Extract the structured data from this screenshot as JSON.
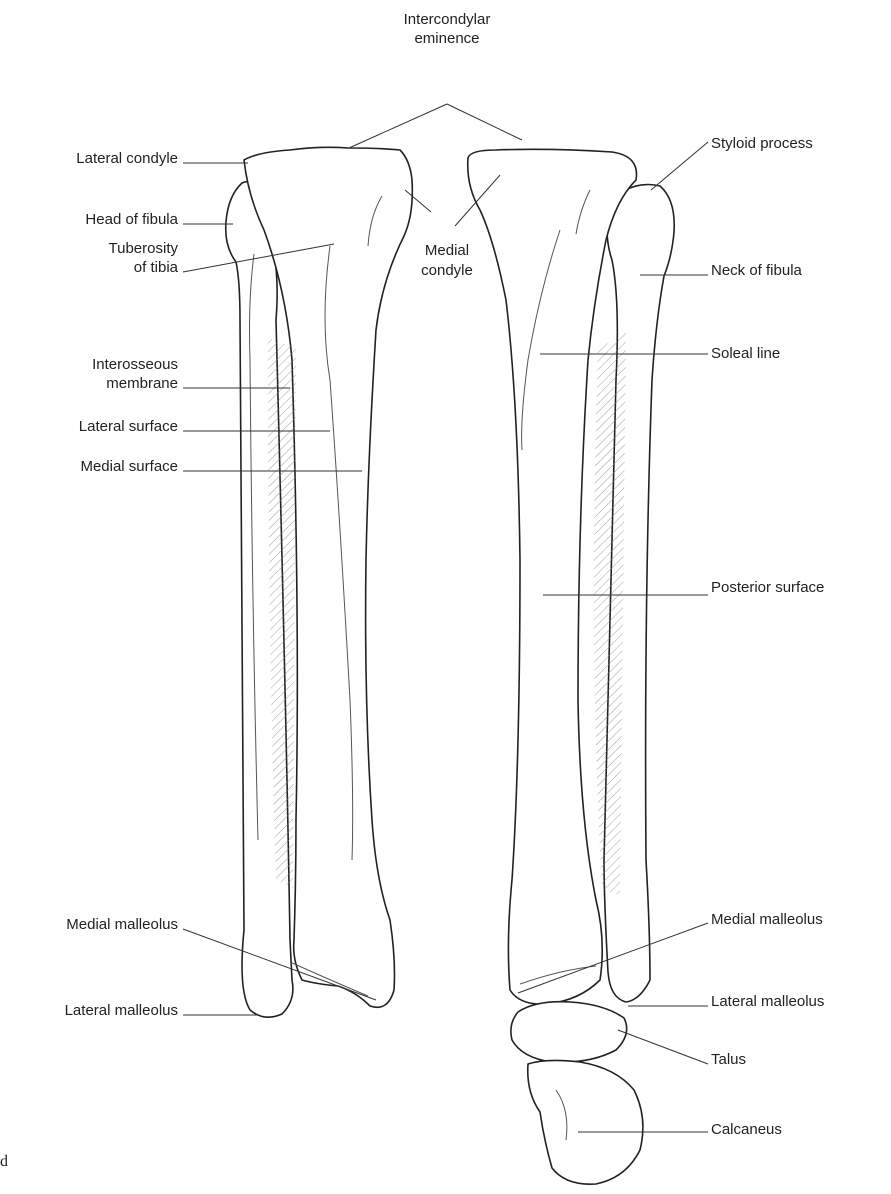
{
  "labels": {
    "intercondylar_eminence": [
      "Intercondylar",
      "eminence"
    ],
    "lateral_condyle": "Lateral condyle",
    "head_of_fibula": "Head of fibula",
    "tuberosity_of_tibia": [
      "Tuberosity",
      "of tibia"
    ],
    "medial_condyle": [
      "Medial",
      "condyle"
    ],
    "interosseous_membrane": [
      "Interosseous",
      "membrane"
    ],
    "lateral_surface": "Lateral surface",
    "medial_surface": "Medial surface",
    "medial_malleolus_left": "Medial malleolus",
    "lateral_malleolus_left": "Lateral malleolus",
    "styloid_process": "Styloid process",
    "neck_of_fibula": "Neck of fibula",
    "soleal_line": "Soleal line",
    "posterior_surface": "Posterior surface",
    "medial_malleolus_right": "Medial malleolus",
    "lateral_malleolus_right": "Lateral malleolus",
    "talus": "Talus",
    "calcaneus": "Calcaneus"
  },
  "stray_text": "d"
}
